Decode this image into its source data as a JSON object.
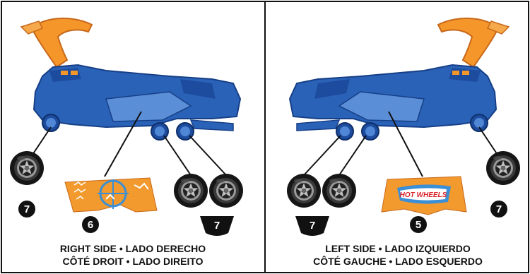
{
  "panels": {
    "right": {
      "caption_line1": "RIGHT SIDE • LADO DERECHO",
      "caption_line2": "CÔTÉ DROIT • LADO DIREITO",
      "wheel_badge_single": "7",
      "sticker_badge": "6",
      "wheel_badge_pair": "7"
    },
    "left": {
      "caption_line1": "LEFT SIDE • LADO IZQUIERDO",
      "caption_line2": "CÔTÉ GAUCHE • LADO ESQUERDO",
      "wheel_badge_pair": "7",
      "sticker_badge": "5",
      "wheel_badge_single": "7",
      "sticker_logo_text": "HOT WHEELS"
    }
  },
  "colors": {
    "truck_blue": "#2a62b8",
    "truck_blue_light": "#5a8fd8",
    "truck_blue_dark": "#163f86",
    "ramp_orange": "#f4962a",
    "ramp_orange_dark": "#c8681a",
    "tire_black": "#161616",
    "rim_grey": "#bfbfbf",
    "sticker_orange": "#f29a2e",
    "sticker_blue": "#3b8fd6"
  }
}
